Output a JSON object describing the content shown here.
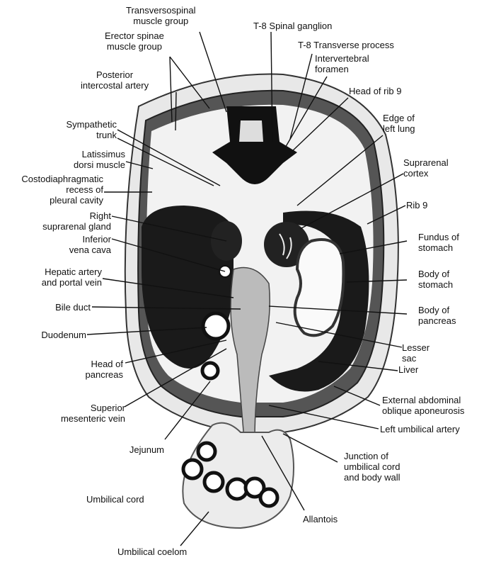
{
  "labels": {
    "transversospinal": [
      "Transversospinal",
      "muscle group"
    ],
    "erector_spinae": [
      "Erector spinae",
      "muscle group"
    ],
    "t8_spinal_ganglion": [
      "T-8 Spinal ganglion"
    ],
    "t8_transverse_process": [
      "T-8 Transverse process"
    ],
    "intervertebral_foramen": [
      "Intervertebral",
      "foramen"
    ],
    "posterior_intercostal_artery": [
      "Posterior",
      "intercostal artery"
    ],
    "head_of_rib_9": [
      "Head of rib 9"
    ],
    "edge_of_left_lung": [
      "Edge of",
      "left lung"
    ],
    "sympathetic_trunk": [
      "Sympathetic",
      "trunk"
    ],
    "latissimus_dorsi": [
      "Latissimus",
      "dorsi muscle"
    ],
    "suprarenal_cortex": [
      "Suprarenal",
      "cortex"
    ],
    "costodiaphragmatic_recess": [
      "Costodiaphragmatic",
      "recess of",
      "pleural cavity"
    ],
    "rib_9": [
      "Rib 9"
    ],
    "right_suprarenal_gland": [
      "Right",
      "suprarenal gland"
    ],
    "inferior_vena_cava": [
      "Inferior",
      "vena cava"
    ],
    "fundus_of_stomach": [
      "Fundus of",
      "stomach"
    ],
    "hepatic_artery_portal_vein": [
      "Hepatic artery",
      "and portal vein"
    ],
    "body_of_stomach": [
      "Body of",
      "stomach"
    ],
    "bile_duct": [
      "Bile duct"
    ],
    "body_of_pancreas": [
      "Body of",
      "pancreas"
    ],
    "duodenum": [
      "Duodenum"
    ],
    "lesser_sac": [
      "Lesser",
      "sac"
    ],
    "head_of_pancreas": [
      "Head of",
      "pancreas"
    ],
    "liver": [
      "Liver"
    ],
    "external_abdominal_oblique": [
      "External abdominal",
      "oblique aponeurosis"
    ],
    "superior_mesenteric_vein": [
      "Superior",
      "mesenteric vein"
    ],
    "left_umbilical_artery": [
      "Left umbilical artery"
    ],
    "jejunum": [
      "Jejunum"
    ],
    "junction_umbilical_cord": [
      "Junction of",
      "umbilical cord",
      "and body wall"
    ],
    "umbilical_cord": [
      "Umbilical cord"
    ],
    "allantois": [
      "Allantois"
    ],
    "umbilical_coelom": [
      "Umbilical coelom"
    ]
  }
}
